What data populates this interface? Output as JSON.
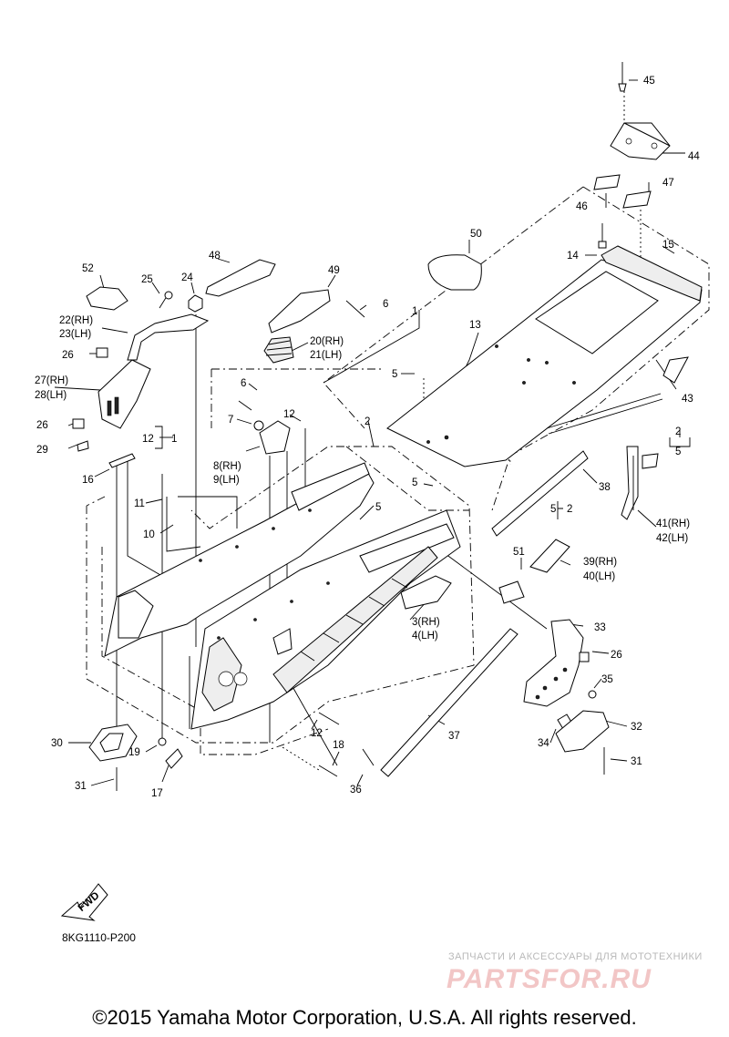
{
  "diagram": {
    "code": "8KG1110-P200",
    "fwd_label": "FWD",
    "copyright": "©2015 Yamaha Motor Corporation, U.S.A. All rights reserved.",
    "watermark_top": "ЗАПЧАСТИ И АКСЕССУАРЫ ДЛЯ МОТОТЕХНИКИ",
    "watermark_logo": "PARTSFOR.RU",
    "callouts": [
      {
        "id": "c45",
        "text": "45"
      },
      {
        "id": "c44",
        "text": "44"
      },
      {
        "id": "c47",
        "text": "47"
      },
      {
        "id": "c46",
        "text": "46"
      },
      {
        "id": "c50",
        "text": "50"
      },
      {
        "id": "c14",
        "text": "14"
      },
      {
        "id": "c15",
        "text": "15"
      },
      {
        "id": "c48",
        "text": "48"
      },
      {
        "id": "c49",
        "text": "49"
      },
      {
        "id": "c52",
        "text": "52"
      },
      {
        "id": "c25",
        "text": "25"
      },
      {
        "id": "c24",
        "text": "24"
      },
      {
        "id": "c6a",
        "text": "6"
      },
      {
        "id": "c1a",
        "text": "1"
      },
      {
        "id": "c13",
        "text": "13"
      },
      {
        "id": "c22",
        "text": "22(RH)"
      },
      {
        "id": "c23",
        "text": "23(LH)"
      },
      {
        "id": "c20",
        "text": "20(RH)"
      },
      {
        "id": "c21",
        "text": "21(LH)"
      },
      {
        "id": "c26a",
        "text": "26"
      },
      {
        "id": "c5a",
        "text": "5"
      },
      {
        "id": "c43",
        "text": "43"
      },
      {
        "id": "c27",
        "text": "27(RH)"
      },
      {
        "id": "c28",
        "text": "28(LH)"
      },
      {
        "id": "c6b",
        "text": "6"
      },
      {
        "id": "c7",
        "text": "7"
      },
      {
        "id": "c12a",
        "text": "12"
      },
      {
        "id": "c2a",
        "text": "2"
      },
      {
        "id": "c26b",
        "text": "26"
      },
      {
        "id": "c12b",
        "text": "12"
      },
      {
        "id": "c1b",
        "text": "1"
      },
      {
        "id": "c2b",
        "text": "2"
      },
      {
        "id": "c5b",
        "text": "5"
      },
      {
        "id": "c29",
        "text": "29"
      },
      {
        "id": "c8",
        "text": "8(RH)"
      },
      {
        "id": "c9",
        "text": "9(LH)"
      },
      {
        "id": "c16",
        "text": "16"
      },
      {
        "id": "c38",
        "text": "38"
      },
      {
        "id": "c5c",
        "text": "5"
      },
      {
        "id": "c11",
        "text": "11"
      },
      {
        "id": "c5d",
        "text": "5"
      },
      {
        "id": "c5e",
        "text": "5"
      },
      {
        "id": "c2c",
        "text": "2"
      },
      {
        "id": "c10",
        "text": "10"
      },
      {
        "id": "c41",
        "text": "41(RH)"
      },
      {
        "id": "c42",
        "text": "42(LH)"
      },
      {
        "id": "c51",
        "text": "51"
      },
      {
        "id": "c39",
        "text": "39(RH)"
      },
      {
        "id": "c40",
        "text": "40(LH)"
      },
      {
        "id": "c3",
        "text": "3(RH)"
      },
      {
        "id": "c4",
        "text": "4(LH)"
      },
      {
        "id": "c33",
        "text": "33"
      },
      {
        "id": "c26c",
        "text": "26"
      },
      {
        "id": "c35",
        "text": "35"
      },
      {
        "id": "c32",
        "text": "32"
      },
      {
        "id": "c37",
        "text": "37"
      },
      {
        "id": "c34",
        "text": "34"
      },
      {
        "id": "c30",
        "text": "30"
      },
      {
        "id": "c19",
        "text": "19"
      },
      {
        "id": "c12c",
        "text": "12"
      },
      {
        "id": "c18",
        "text": "18"
      },
      {
        "id": "c31a",
        "text": "31"
      },
      {
        "id": "c31b",
        "text": "31"
      },
      {
        "id": "c17",
        "text": "17"
      },
      {
        "id": "c36",
        "text": "36"
      }
    ]
  }
}
